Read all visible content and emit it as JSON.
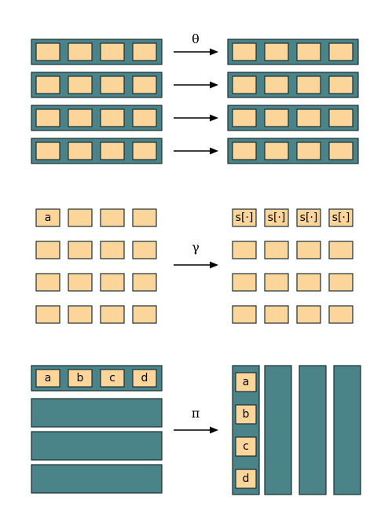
{
  "colors": {
    "row_fill": "#4a8488",
    "cell_fill": "#fcd59a",
    "stroke": "#1b2f33",
    "arrow": "#000000"
  },
  "diagram": {
    "section_theta": {
      "operator": "θ",
      "row_count": 4,
      "cells_per_row": 4
    },
    "section_gamma": {
      "operator": "γ",
      "grid_rows": 4,
      "grid_cols": 4,
      "input_first_cell": "a",
      "output_first_row": [
        "s[·]",
        "s[·]",
        "s[·]",
        "s[·]"
      ]
    },
    "section_pi": {
      "operator": "π",
      "input_first_row": [
        "a",
        "b",
        "c",
        "d"
      ],
      "input_empty_rows": 3,
      "output_first_column": [
        "a",
        "b",
        "c",
        "d"
      ],
      "output_empty_columns": 3
    }
  }
}
